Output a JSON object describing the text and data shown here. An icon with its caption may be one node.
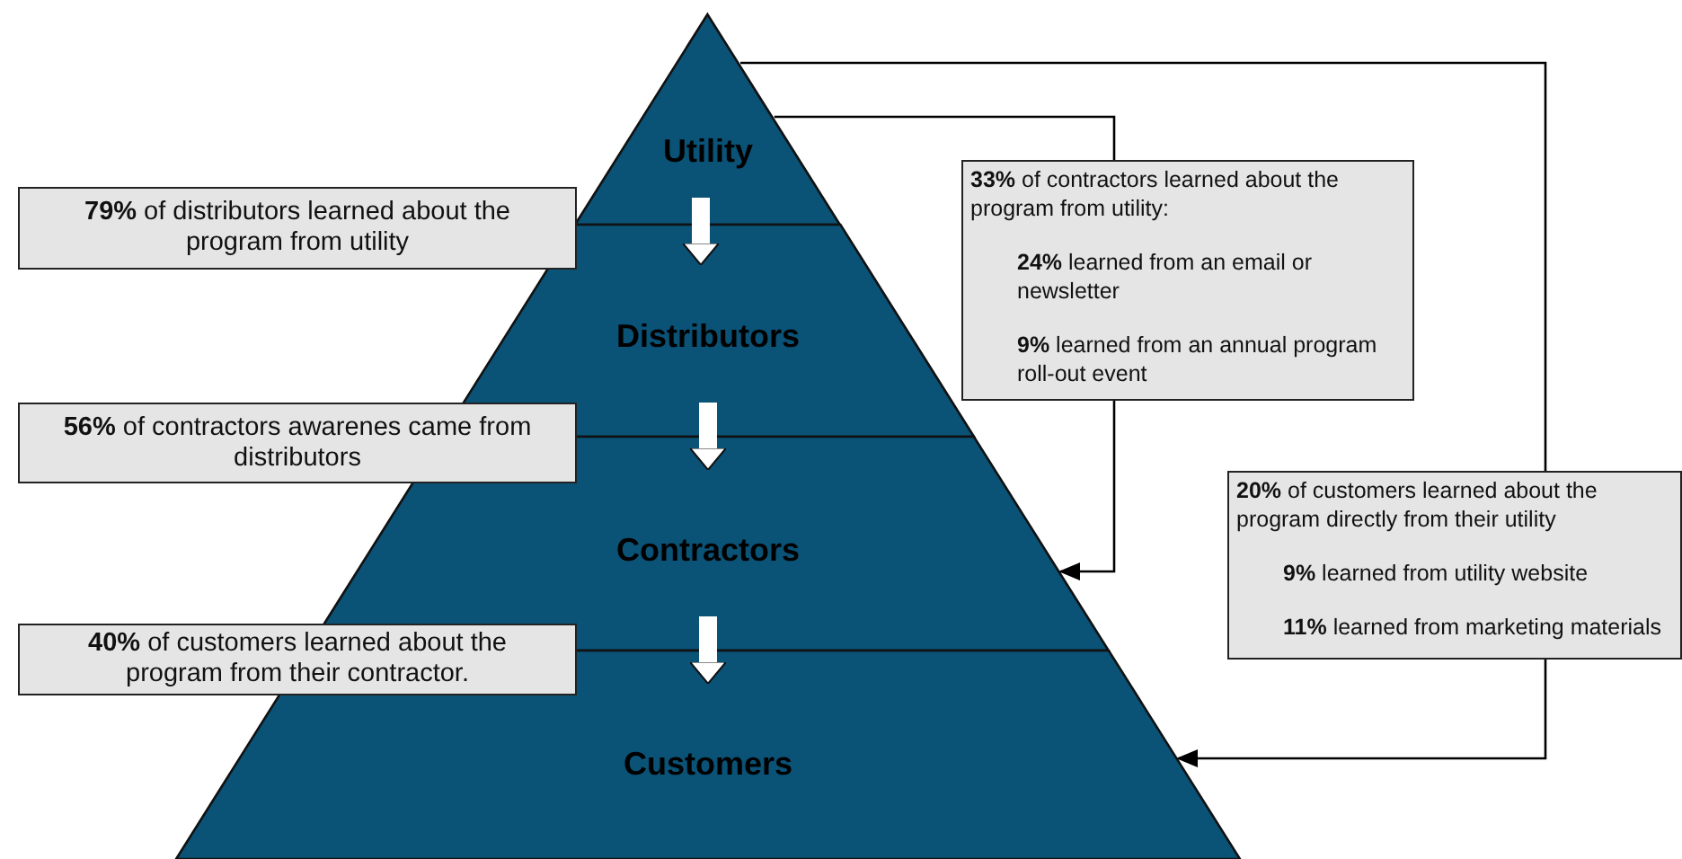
{
  "diagram": {
    "nodes": [
      {
        "text": [
          "Utility"
        ]
      },
      {
        "text": [
          "Distributors"
        ]
      },
      {
        "text": [
          "Contractors"
        ]
      },
      {
        "text": [
          "Customers"
        ]
      },
      {
        "text": [
          "**79%** of distributors learned about the program from utility"
        ]
      },
      {
        "text": [
          "**56%** of contractors awarenes came from distributors"
        ]
      },
      {
        "text": [
          "**40%** of customers learned about the program from their contractor."
        ]
      },
      {
        "text": [
          "**33%** of contractors learned about the program from utility:",
          "**24%** learned from an email or newsletter",
          "**9%** learned from an annual program roll-out event"
        ]
      },
      {
        "text": [
          "**20%** of customers learned about the program directly from their utility",
          "**9%**  learned from utility website",
          "**11%** learned from marketing materials"
        ]
      }
    ],
    "edges": [
      {
        "from": 0,
        "to": 1,
        "arrow": "to",
        "style": "thick",
        "color": "#ffffff"
      },
      {
        "from": 1,
        "to": 2,
        "arrow": "to",
        "style": "thick",
        "color": "#ffffff"
      },
      {
        "from": 2,
        "to": 3,
        "arrow": "to",
        "style": "thick",
        "color": "#ffffff"
      },
      {
        "from": 0,
        "to": 7,
        "arrow": "none"
      },
      {
        "from": 7,
        "to": 2,
        "arrow": "to"
      },
      {
        "from": 0,
        "to": 8,
        "arrow": "none"
      },
      {
        "from": 8,
        "to": 3,
        "arrow": "to"
      }
    ]
  }
}
